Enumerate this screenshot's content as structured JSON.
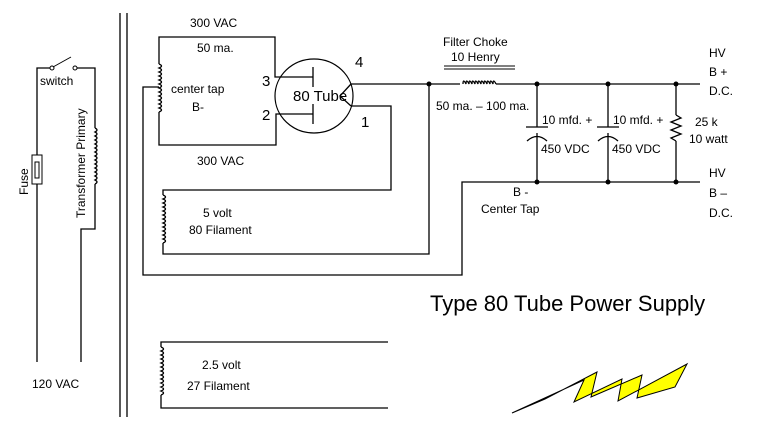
{
  "title": "Type 80 Tube  Power Supply",
  "primary": {
    "switch_label": "switch",
    "fuse_label": "Fuse",
    "transformer_label": "Transformer Primary",
    "input_label": "120 VAC"
  },
  "secondary": {
    "top_voltage": "300 VAC",
    "current": "50 ma.",
    "center_tap_line1": "center tap",
    "center_tap_line2": "B-",
    "bottom_voltage": "300 VAC"
  },
  "tube": {
    "label": "80 Tube",
    "pins": [
      "1",
      "2",
      "3",
      "4"
    ]
  },
  "filament_80": {
    "line1": "5 volt",
    "line2": "80 Filament"
  },
  "filament_27": {
    "line1": "2.5 volt",
    "line2": "27 Filament"
  },
  "choke": {
    "line1": "Filter Choke",
    "line2": "10 Henry",
    "current": "50 ma. – 100 ma."
  },
  "capacitors": [
    {
      "value": "10 mfd. +",
      "voltage": "450 VDC"
    },
    {
      "value": "10 mfd. +",
      "voltage": "450 VDC"
    }
  ],
  "resistor": {
    "value": "25 k",
    "power": "10 watt"
  },
  "b_minus_label": {
    "line1": "B -",
    "line2": "Center Tap"
  },
  "outputs": {
    "positive": {
      "line1": "HV",
      "line2": "B +",
      "line3": "D.C."
    },
    "negative": {
      "line1": "HV",
      "line2": "B –",
      "line3": "D.C."
    }
  },
  "colors": {
    "bolt_fill": "#ffff00",
    "line": "#000000"
  }
}
